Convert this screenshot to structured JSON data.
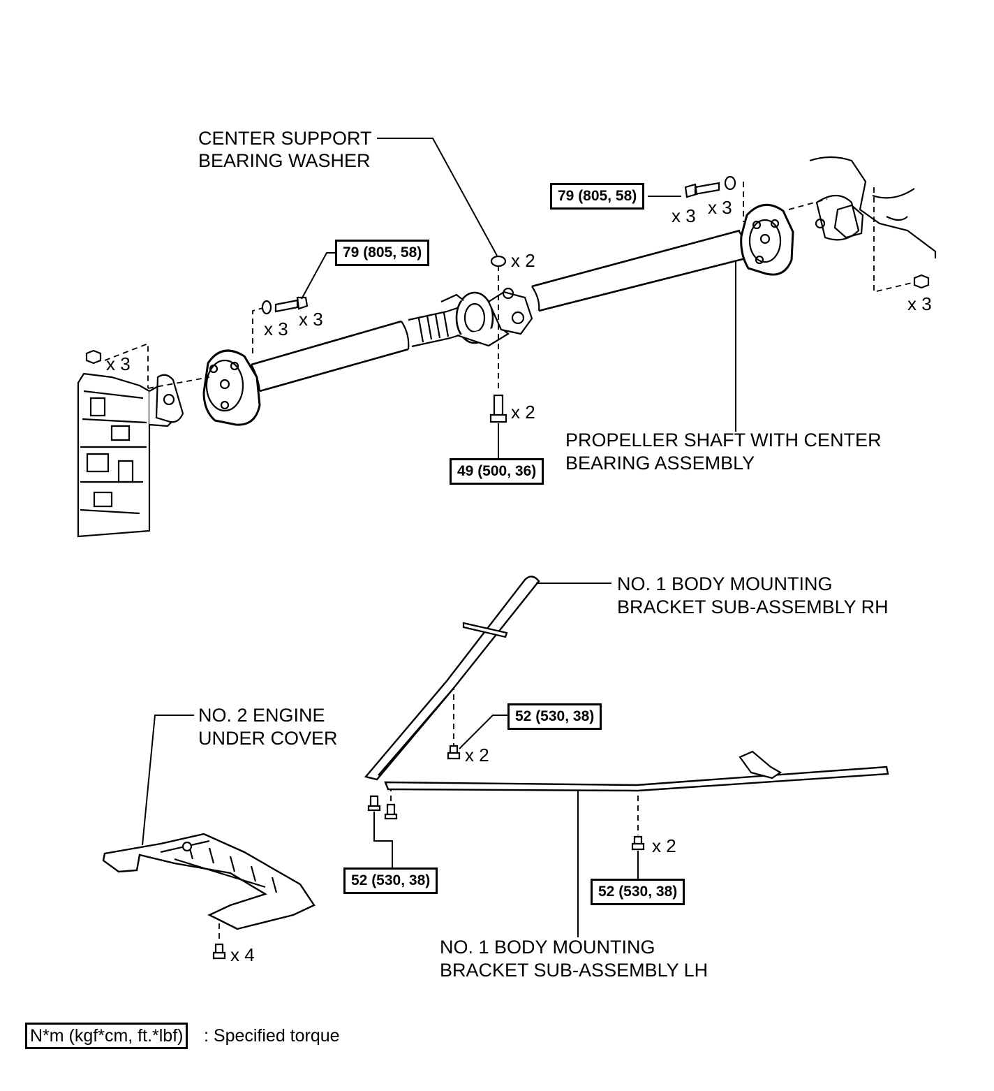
{
  "labels": {
    "center_support_washer": [
      "CENTER SUPPORT",
      "BEARING WASHER"
    ],
    "propeller_shaft": [
      "PROPELLER SHAFT WITH CENTER",
      "BEARING ASSEMBLY"
    ],
    "bracket_rh": [
      "NO. 1 BODY MOUNTING",
      "BRACKET SUB-ASSEMBLY RH"
    ],
    "engine_under_cover": [
      "NO. 2 ENGINE",
      "UNDER COVER"
    ],
    "bracket_lh": [
      "NO. 1 BODY MOUNTING",
      "BRACKET SUB-ASSEMBLY LH"
    ]
  },
  "torques": {
    "rear_flange_bolt": "79 (805, 58)",
    "front_flange_bolt": "79 (805, 58)",
    "center_bearing_bolt": "49 (500, 36)",
    "rh_bracket_bolt": "52 (530, 38)",
    "bracket_front_bolts": "52 (530, 38)",
    "lh_bracket_bolt": "52 (530, 38)"
  },
  "quantities": {
    "rear_bolt": "x 3",
    "rear_washer": "x 3",
    "rear_nut": "x 3",
    "center_washer": "x 2",
    "front_washer": "x 3",
    "front_bolt": "x 3",
    "front_nut": "x 3",
    "center_bolt": "x 2",
    "rh_bolt": "x 2",
    "lh_bolt": "x 2",
    "cover_bolt": "x 4"
  },
  "legend": {
    "unit": "N*m (kgf*cm, ft.*lbf)",
    "description": ": Specified torque"
  }
}
